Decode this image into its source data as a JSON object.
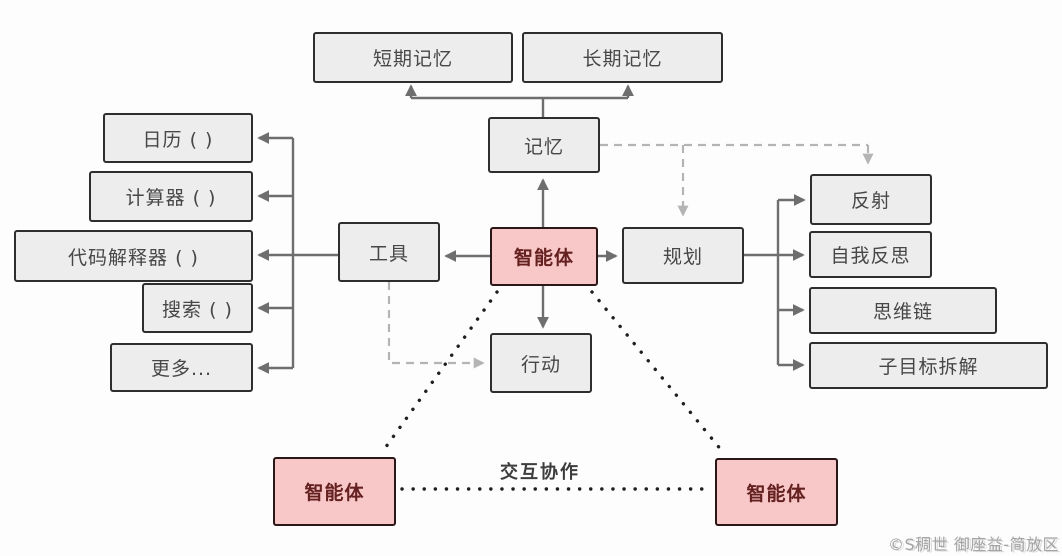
{
  "diagram": {
    "title_hint": "agent-architecture-diagram",
    "nodes": {
      "short_term_memory": {
        "label": "短期记忆"
      },
      "long_term_memory": {
        "label": "长期记忆"
      },
      "memory": {
        "label": "记忆"
      },
      "calendar": {
        "label": "日历 ( )"
      },
      "calculator": {
        "label": "计算器 ( )"
      },
      "code_interpreter": {
        "label": "代码解释器 ( )"
      },
      "search": {
        "label": "搜索 ( )"
      },
      "more": {
        "label": "更多..."
      },
      "tools": {
        "label": "工具"
      },
      "agent": {
        "label": "智能体"
      },
      "action": {
        "label": "行动"
      },
      "planning": {
        "label": "规划"
      },
      "reflection": {
        "label": "反射"
      },
      "self_reflection": {
        "label": "自我反思"
      },
      "chain_of_thought": {
        "label": "思维链"
      },
      "subgoal_decomposition": {
        "label": "子目标拆解"
      },
      "agent_bottom_left": {
        "label": "智能体"
      },
      "agent_bottom_right": {
        "label": "智能体"
      }
    },
    "edge_label": "交互协作",
    "watermark": "©S稠世 御座益-简放区",
    "colors": {
      "box_fill": "#ededed",
      "box_border": "#2e2e2e",
      "box_text": "#474747",
      "agent_fill": "#f8c8c8",
      "agent_border": "#2a1717",
      "agent_text": "#64211f",
      "connector": "#6e6e6e",
      "dashed_connector": "#b4b4b4",
      "dotted_connector": "#1f1f1f"
    }
  }
}
